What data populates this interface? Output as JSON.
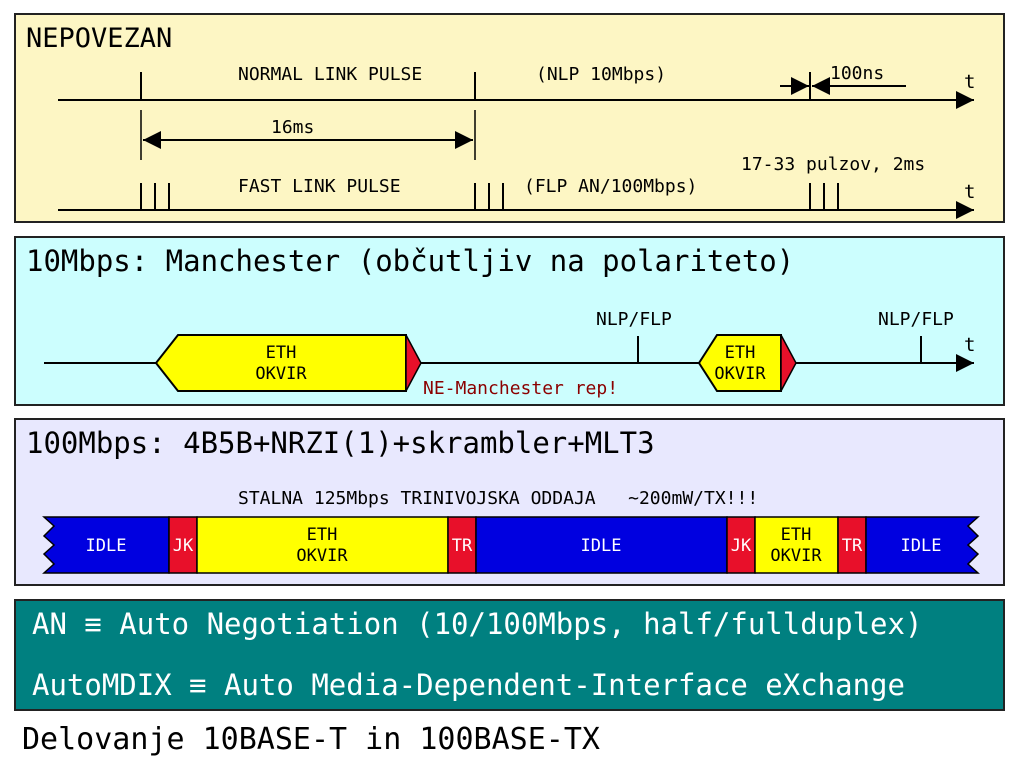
{
  "panel1": {
    "title": "NEPOVEZAN",
    "nlp_label": "NORMAL LINK PULSE",
    "nlp_note": "(NLP 10Mbps)",
    "pulse_width": "100ns",
    "period": "16ms",
    "flp_label": "FAST LINK PULSE",
    "flp_note": "(FLP AN/100Mbps)",
    "flp_burst": "17-33 pulzov, 2ms",
    "time_axis": "t"
  },
  "panel2": {
    "title": "10Mbps: Manchester (občutljiv na polariteto)",
    "frame_line1": "ETH",
    "frame_line2": "OKVIR",
    "pulse_label": "NLP/FLP",
    "tail_note": "NE-Manchester rep!",
    "time_axis": "t"
  },
  "panel3": {
    "title": "100Mbps: 4B5B+NRZI(1)+skrambler+MLT3",
    "subtitle": "STALNA 125Mbps TRINIVOJSKA ODDAJA   ~200mW/TX!!!",
    "idle": "IDLE",
    "jk": "JK",
    "tr": "TR",
    "frame_line1": "ETH",
    "frame_line2": "OKVIR"
  },
  "definitions": [
    "AN ≡ Auto Negotiation (10/100Mbps, half/fullduplex)",
    "AutoMDIX ≡ Auto Media-Dependent-Interface eXchange"
  ],
  "footer": "Delovanje 10BASE-T in 100BASE-TX",
  "colors": {
    "panel1_bg": "#fdf6c4",
    "panel2_bg": "#ccfefe",
    "panel3_bg": "#e8e8fe",
    "panel4_bg": "#008080",
    "frame_yellow": "#ffff00",
    "idle_blue": "#0000e0",
    "delimiter_red": "#e8102a",
    "note_red": "#8b0000"
  }
}
